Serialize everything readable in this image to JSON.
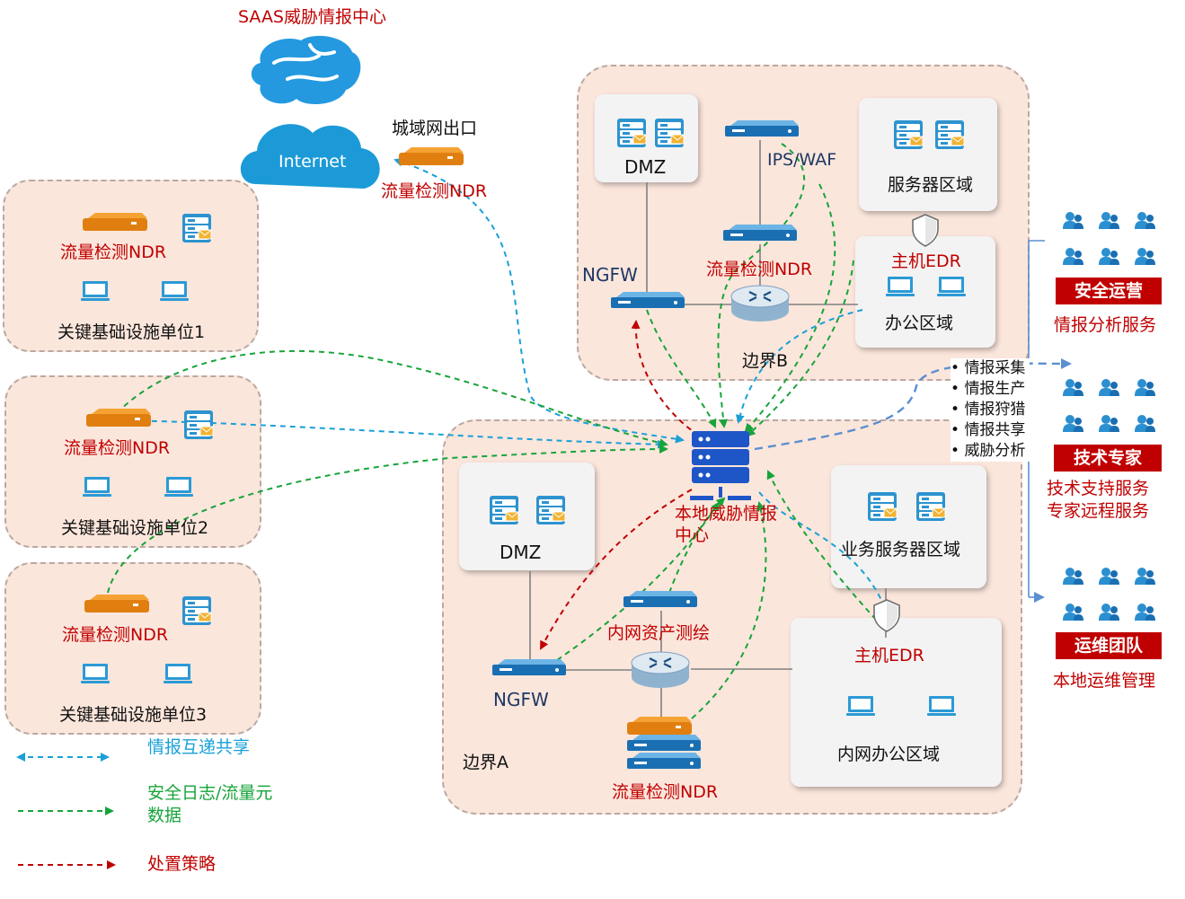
{
  "cloud": {
    "saas_title": "SAAS威胁情报中心",
    "internet_label": "Internet"
  },
  "wan": {
    "title": "城域网出口",
    "ndr_label": "流量检测NDR"
  },
  "units": [
    {
      "ndr_label": "流量检测NDR",
      "name": "关键基础设施单位1"
    },
    {
      "ndr_label": "流量检测NDR",
      "name": "关键基础设施单位2"
    },
    {
      "ndr_label": "流量检测NDR",
      "name": "关键基础设施单位3"
    }
  ],
  "boundary_b": {
    "name": "边界B",
    "dmz": "DMZ",
    "ips_waf": "IPS/WAF",
    "server_zone": "服务器区域",
    "ngfw": "NGFW",
    "ndr": "流量检测NDR",
    "edr": "主机EDR",
    "office": "办公区域"
  },
  "center": {
    "name": "本地威胁情报中心"
  },
  "boundary_a": {
    "name": "边界A",
    "dmz": "DMZ",
    "biz_server_zone": "业务服务器区域",
    "asset_mapping": "内网资产测绘",
    "ngfw": "NGFW",
    "edr": "主机EDR",
    "office": "内网办公区域",
    "ndr": "流量检测NDR"
  },
  "services": [
    "情报采集",
    "情报生产",
    "情报狩猎",
    "情报共享",
    "威胁分析"
  ],
  "teams": [
    {
      "label": "安全运营",
      "service": "情报分析服务"
    },
    {
      "label": "技术专家",
      "service": "技术支持服务",
      "service2": "专家远程服务"
    },
    {
      "label": "运维团队",
      "service": "本地运维管理"
    }
  ],
  "legend": [
    {
      "label": "情报互递共享",
      "color": "#1aa0d8"
    },
    {
      "label": "安全日志/流量元",
      "label2": "数据",
      "color": "#17a43a"
    },
    {
      "label": "处置策略",
      "color": "#c00000"
    }
  ]
}
